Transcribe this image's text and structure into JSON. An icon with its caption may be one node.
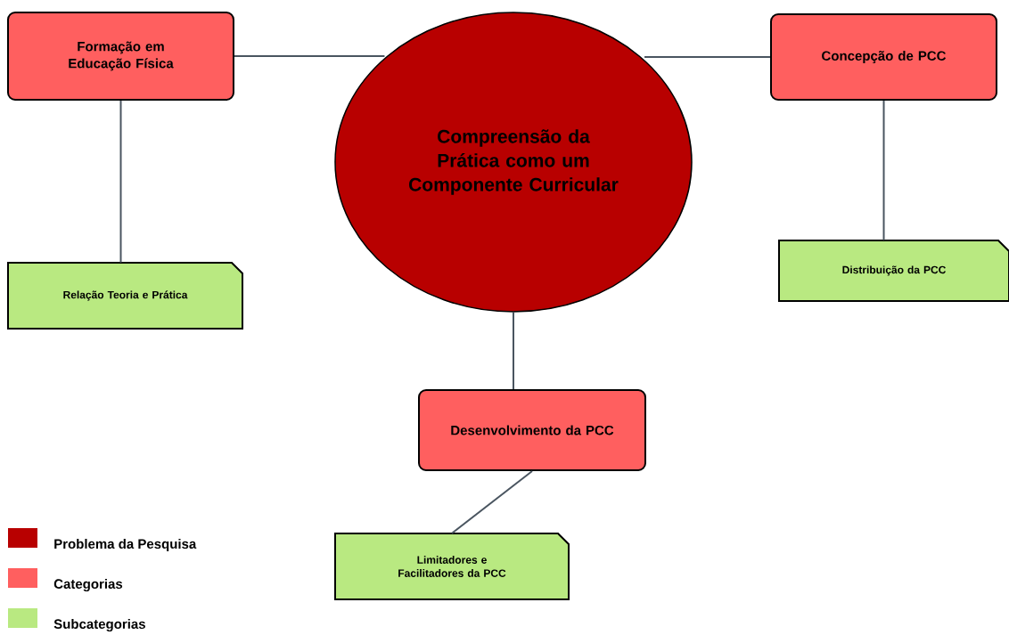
{
  "diagram": {
    "nodes": [
      {
        "text": [
          "Compreensão da Prática como um Componente Curricular"
        ]
      },
      {
        "text": [
          "Formação em Educação Física"
        ]
      },
      {
        "text": [
          "Concepção de PCC"
        ]
      },
      {
        "text": [
          "Relação Teoria e Prática"
        ]
      },
      {
        "text": [
          "Distribuição da PCC"
        ]
      },
      {
        "text": [
          "Desenvolvimento da PCC"
        ]
      },
      {
        "text": [
          "Limitadores e Facilitadores da PCC"
        ]
      }
    ],
    "edges": [
      {
        "from": 1,
        "to": 0,
        "arrow": "none"
      },
      {
        "from": 2,
        "to": 0,
        "arrow": "none"
      },
      {
        "from": 1,
        "to": 3,
        "arrow": "none"
      },
      {
        "from": 2,
        "to": 4,
        "arrow": "none"
      },
      {
        "from": 0,
        "to": 5,
        "arrow": "none"
      },
      {
        "from": 5,
        "to": 6,
        "arrow": "none"
      }
    ],
    "legend": [
      {
        "text": "Problema da Pesquisa",
        "color": "#b80000"
      },
      {
        "text": "Categorias",
        "color": "#ff5f5f"
      },
      {
        "text": "Subcategorias",
        "color": "#b9e981"
      }
    ]
  }
}
